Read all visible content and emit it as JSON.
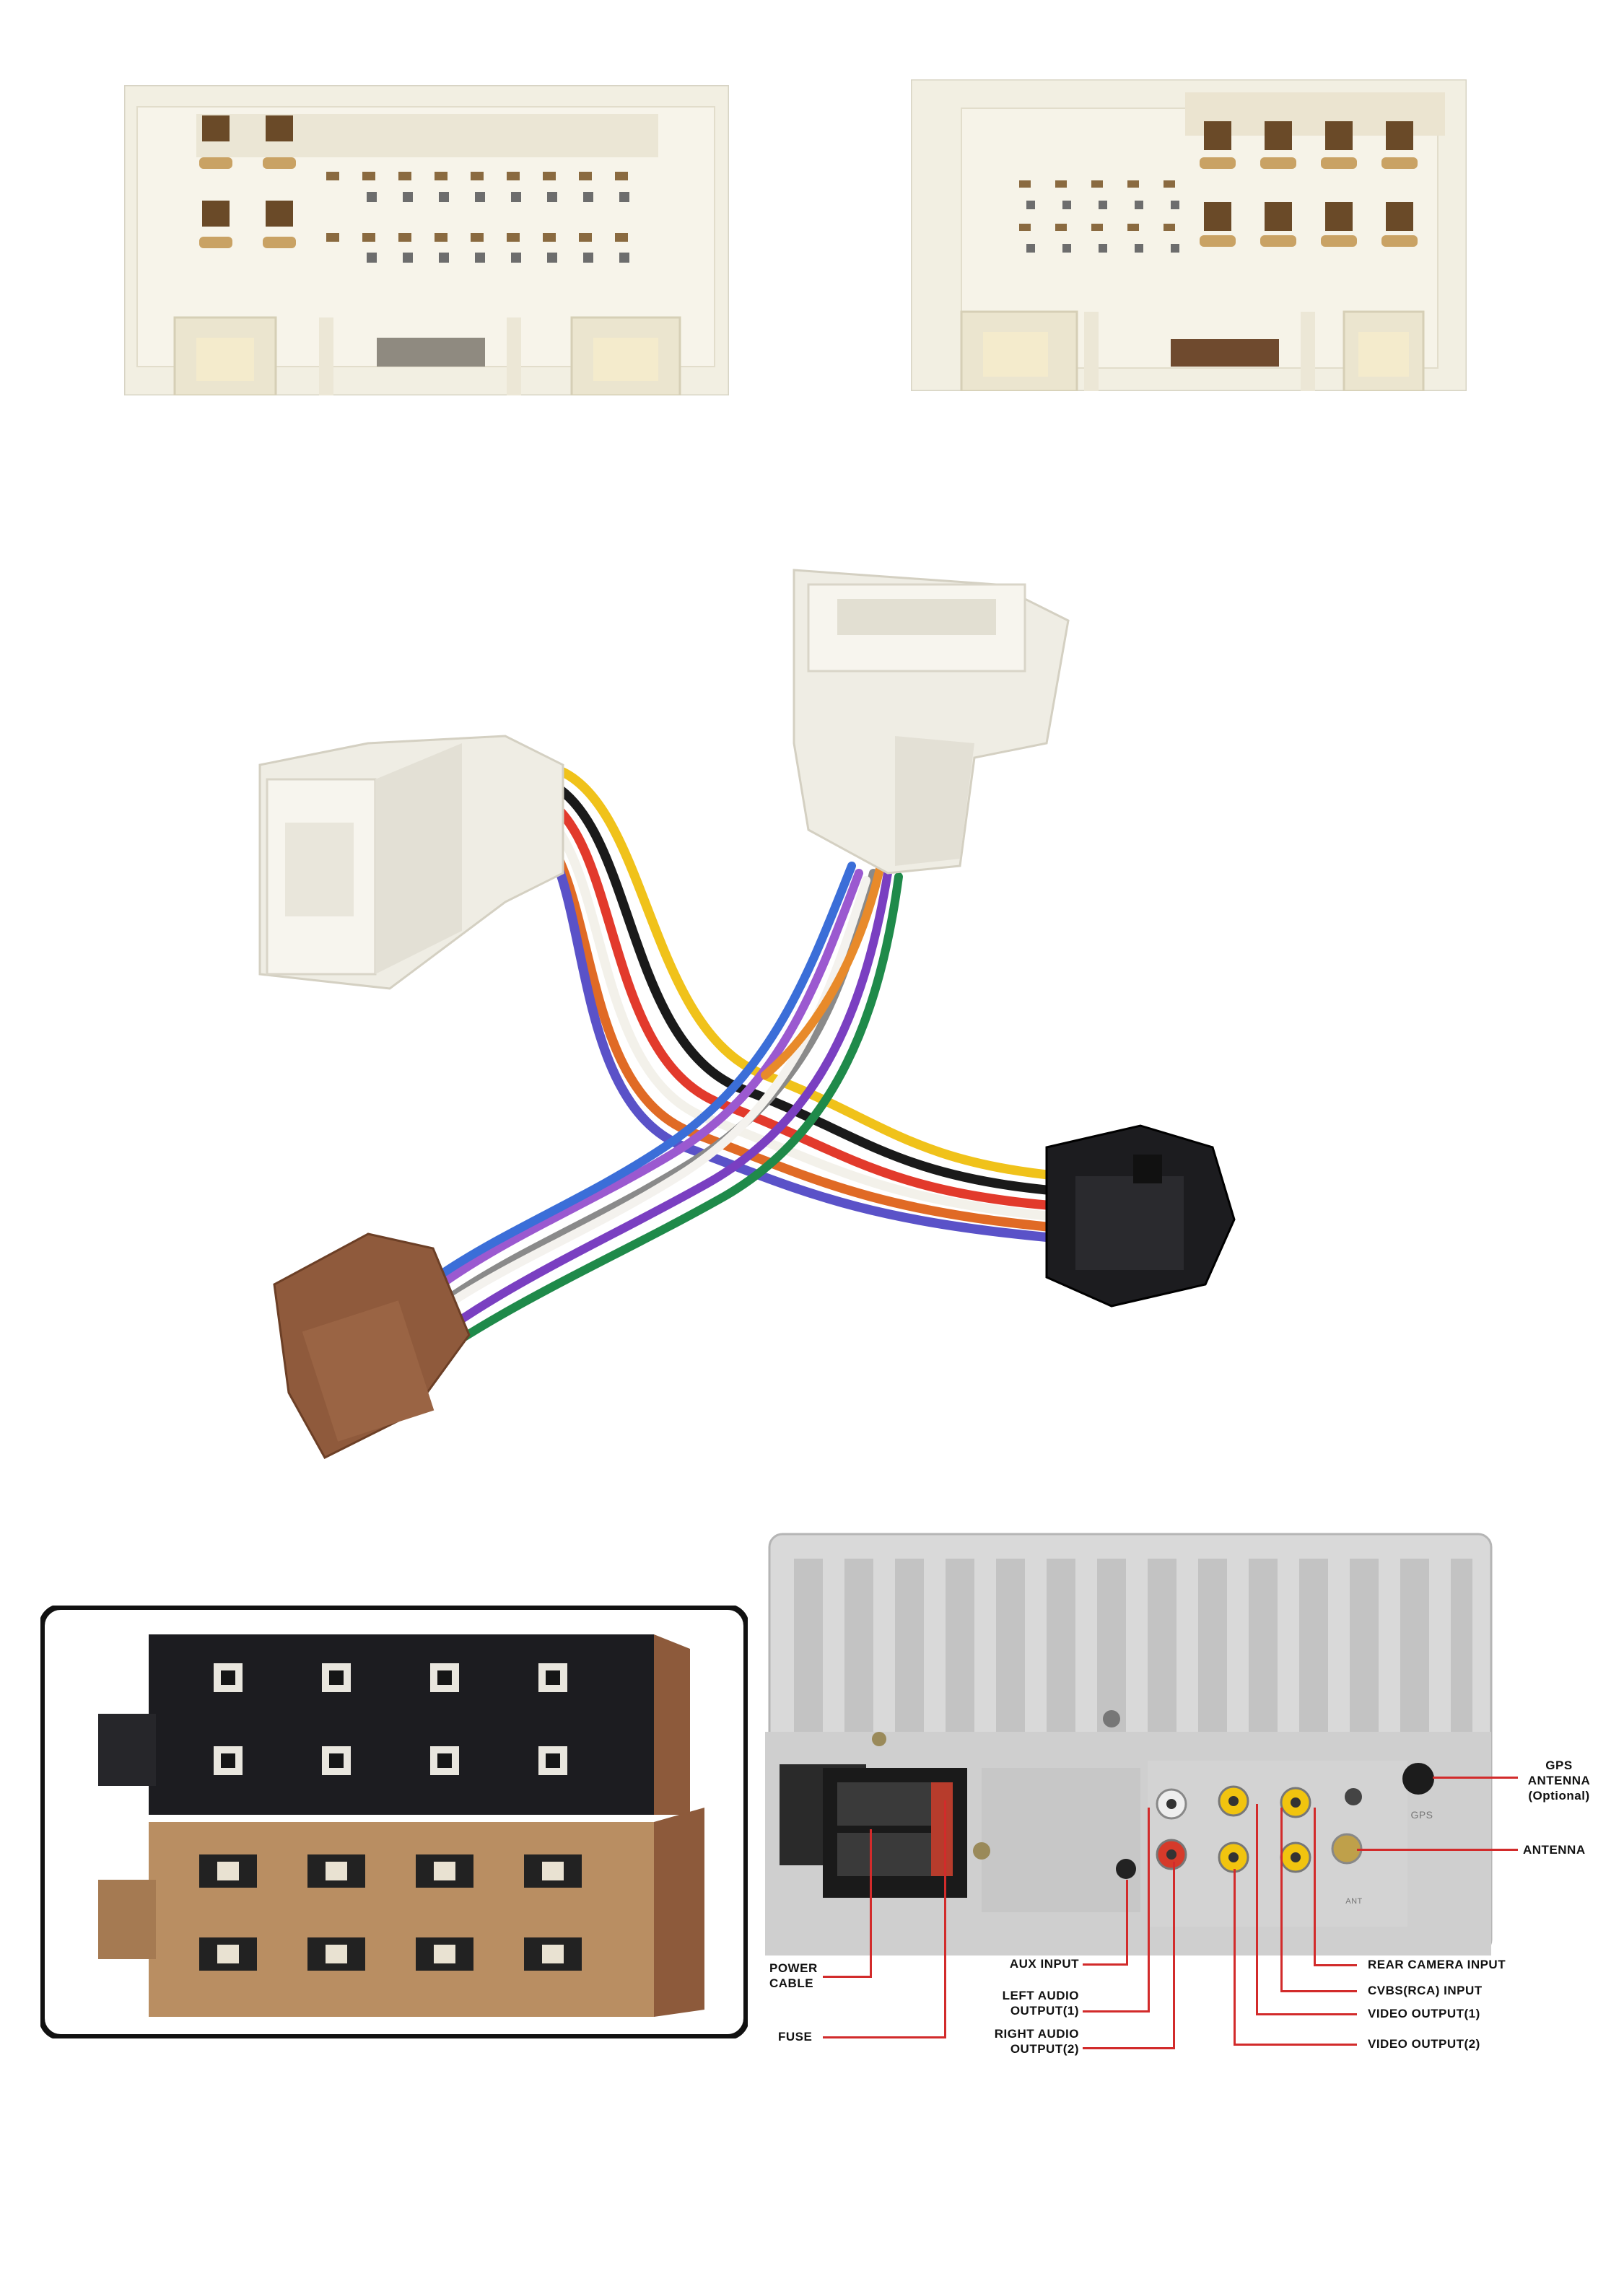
{
  "images": {
    "connector_left": "left white radio-side connector face",
    "connector_right": "right white radio-side connector face",
    "harness": "wiring harness adapter with white and ISO connectors",
    "iso_closeup": "ISO connector block close-up",
    "radio_back": "radio rear panel with labeled ports"
  },
  "labels": {
    "gps_antenna": "GPS\nANTENNA\n(Optional)",
    "antenna": "ANTENNA",
    "rear_camera_input": "REAR CAMERA INPUT",
    "cvbs_rca_input": "CVBS(RCA) INPUT",
    "video_output_1": "VIDEO OUTPUT(1)",
    "video_output_2": "VIDEO OUTPUT(2)",
    "aux_input": "AUX INPUT",
    "left_audio_output_1": "LEFT AUDIO\nOUTPUT(1)",
    "right_audio_output_2": "RIGHT AUDIO\nOUTPUT(2)",
    "power_cable": "POWER\nCABLE",
    "fuse": "FUSE",
    "gps_port": "GPS",
    "ant_port": "ANT"
  },
  "colors": {
    "connector_white": "#f3f0e3",
    "brown_iso": "#8f5a3c",
    "black_iso": "#1c1c1f",
    "leader_red": "#d22b2b"
  }
}
